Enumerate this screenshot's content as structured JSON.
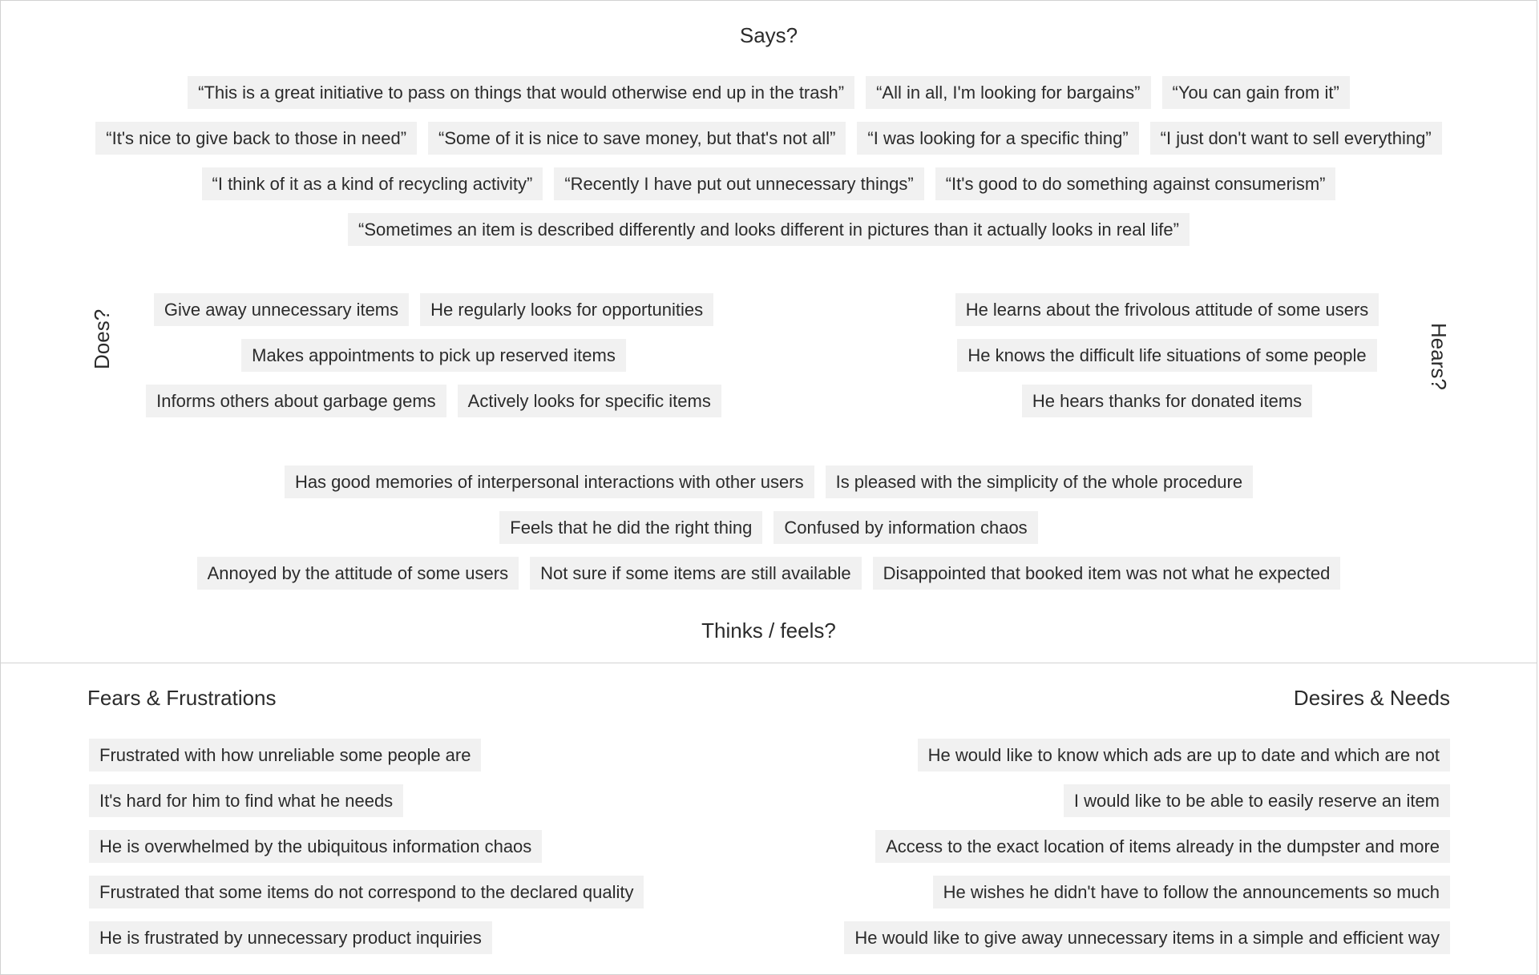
{
  "empathy_map": {
    "says_label": "Says?",
    "does_label": "Does?",
    "hears_label": "Hears?",
    "thinks_label": "Thinks / feels?",
    "says": [
      [
        "“This is a great initiative to pass on things that would otherwise end up in the trash”",
        "“All in all, I'm looking for bargains”",
        "“You can gain from it”"
      ],
      [
        "“It's nice to give back to those in need”",
        "“Some of it is nice to save money, but that's not all”",
        "“I was looking for a specific thing”",
        "“I just don't want to sell everything”"
      ],
      [
        "“I think of it as a kind of recycling activity”",
        "“Recently I have put out unnecessary things”",
        "“It's good to do something against consumerism”"
      ],
      [
        "“Sometimes an item is described differently and looks different in pictures than it actually looks in real life”"
      ]
    ],
    "does": [
      [
        "Give away unnecessary items",
        "He regularly looks for opportunities"
      ],
      [
        "Makes appointments to pick up reserved items"
      ],
      [
        "Informs others about garbage gems",
        "Actively looks for specific items"
      ]
    ],
    "hears": [
      "He learns about the frivolous attitude of some users",
      "He knows the difficult life situations of some people",
      "He hears thanks for donated items"
    ],
    "thinks": [
      [
        "Has good memories of interpersonal interactions with other users",
        "Is pleased with the simplicity of the whole procedure"
      ],
      [
        "Feels that he did the right thing",
        "Confused by information chaos"
      ],
      [
        "Annoyed by the attitude of some users",
        "Not sure if some items are still available",
        "Disappointed that booked item was not what he expected"
      ]
    ]
  },
  "fears": {
    "title": "Fears & Frustrations",
    "items": [
      "Frustrated with how unreliable some people are",
      "It's hard for him to find what he needs",
      "He is overwhelmed by the ubiquitous information chaos",
      "Frustrated that some items do not correspond to the declared quality",
      "He is frustrated by unnecessary product inquiries"
    ]
  },
  "desires": {
    "title": "Desires & Needs",
    "items": [
      "He would like to know which ads are up to date and which are not",
      "I would like to be able to easily reserve an item",
      "Access to the exact location of items already in the dumpster and more",
      "He wishes he didn't have to follow the announcements so much",
      "He would like to give away unnecessary items in a simple and efficient way"
    ]
  }
}
